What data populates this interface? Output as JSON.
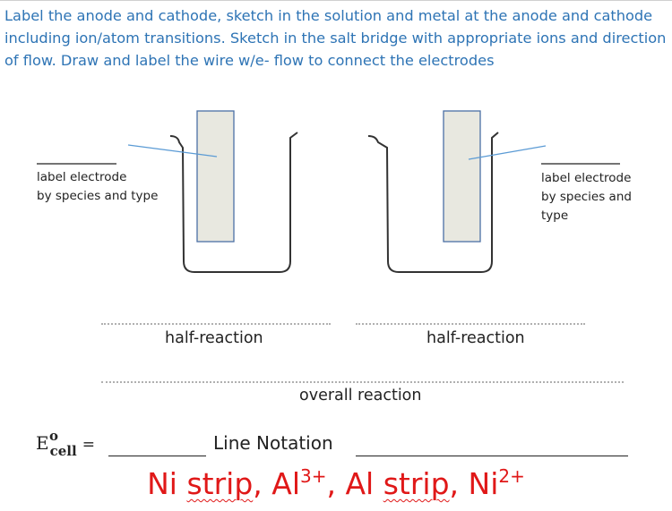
{
  "instructions": "Label the anode and cathode, sketch in the solution and metal at the anode and cathode including ion/atom transitions. Sketch in the salt bridge with appropriate ions and direction of flow. Draw and label the wire w/e- flow to connect the electrodes",
  "left_electrode_label": {
    "line1": "label electrode",
    "line2": "by species and type"
  },
  "right_electrode_label": {
    "line1": "label electrode",
    "line2": "by species and",
    "line3": "type"
  },
  "half_reaction_left": "half-reaction",
  "half_reaction_right": "half-reaction",
  "overall_reaction": "overall reaction",
  "ecell": {
    "symbol": "E",
    "superscript": "o",
    "subscript": "cell",
    "equals": "="
  },
  "line_notation": "Line Notation",
  "problem": {
    "part1": "Ni ",
    "part2": "strip",
    "part3": ", Al",
    "charge1": "3+",
    "part4": ", Al ",
    "part5": "strip",
    "part6": ", Ni",
    "charge2": "2+"
  },
  "colors": {
    "instruction_text": "#2e74b5",
    "problem_text": "#e01818",
    "pointer_line": "#5b9bd5",
    "electrode_fill": "#e8e8e0",
    "electrode_border": "#4a6fa5"
  }
}
